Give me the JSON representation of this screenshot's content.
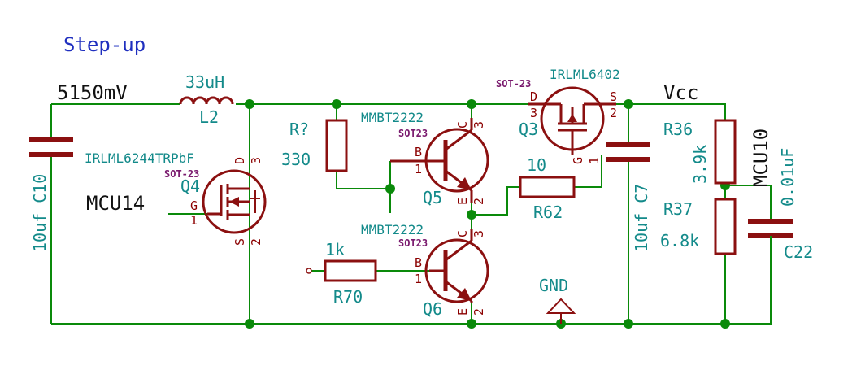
{
  "title": "Step-up",
  "net_labels": {
    "supply": "5150mV",
    "vcc": "Vcc",
    "gnd": "GND",
    "mcu14": "MCU14",
    "mcu10": "MCU10"
  },
  "components": {
    "L2": {
      "ref": "L2",
      "value": "33uH"
    },
    "C10": {
      "label": "10uf C10"
    },
    "Q4": {
      "ref": "Q4",
      "part": "IRLML6244TRPbF",
      "package": "SOT-23",
      "pin_g_name": "G",
      "pin_g_num": "1",
      "pin_d_name": "D",
      "pin_d_num": "3",
      "pin_s_name": "S",
      "pin_s_num": "2"
    },
    "Rq": {
      "ref": "R?",
      "value": "330"
    },
    "Q5": {
      "ref": "Q5",
      "part": "MMBT2222",
      "package": "SOT23",
      "pin_b_name": "B",
      "pin_b_num": "1",
      "pin_c_name": "C",
      "pin_c_num": "3",
      "pin_e_name": "E",
      "pin_e_num": "2"
    },
    "Q6": {
      "ref": "Q6",
      "part": "MMBT2222",
      "package": "SOT23",
      "pin_b_name": "B",
      "pin_b_num": "1",
      "pin_c_name": "C",
      "pin_c_num": "3",
      "pin_e_name": "E",
      "pin_e_num": "2"
    },
    "R70": {
      "ref": "R70",
      "value": "1k"
    },
    "R62": {
      "ref": "R62",
      "value": "10"
    },
    "Q3": {
      "ref": "Q3",
      "part": "IRLML6402",
      "package": "SOT-23",
      "pin_d_name": "D",
      "pin_d_num": "3",
      "pin_s_name": "S",
      "pin_s_num": "2",
      "pin_g_name": "G",
      "pin_g_num": "1"
    },
    "C7": {
      "label": "10uf C7"
    },
    "R36": {
      "ref": "R36",
      "value": "3.9k"
    },
    "R37": {
      "ref": "R37",
      "value": "6.8k"
    },
    "C22": {
      "ref": "C22",
      "value": "0.01uF"
    }
  },
  "colors": {
    "wire": "#0a8a0a",
    "part": "#8b1010",
    "ref_text": "#138a8a",
    "package_text": "#7a1a6e",
    "title_text": "#1f2fbf"
  }
}
